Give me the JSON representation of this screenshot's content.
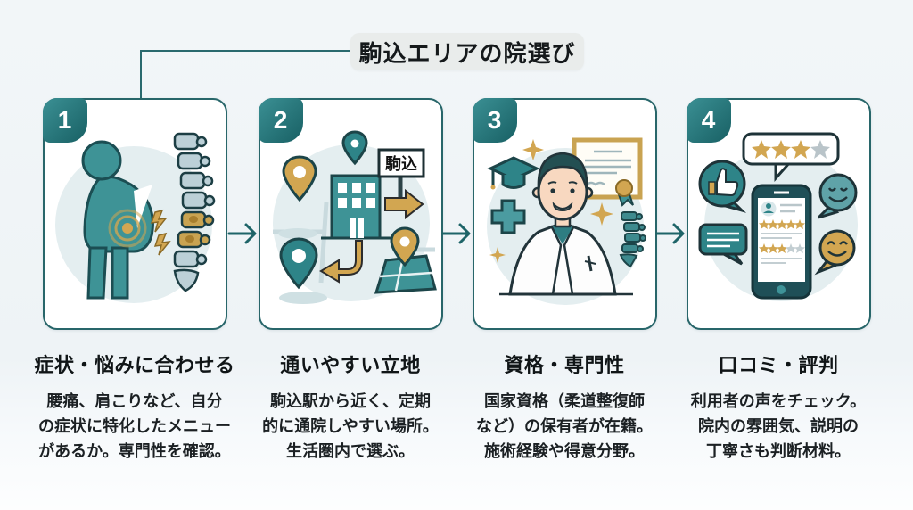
{
  "title": {
    "text": "駒込エリアの院選び"
  },
  "colors": {
    "teal": "#3e9396",
    "teal_dark": "#1e686c",
    "teal_border": "#28666a",
    "gold": "#d2a651",
    "vertebra_light": "#bcd0d7",
    "card_bg": "#ffffff",
    "page_bg": "#eef3f6",
    "title_box_bg": "#e9eceb",
    "text": "#101517"
  },
  "steps": [
    {
      "number": "1",
      "heading": "症状・悩みに合わせる",
      "body_lines": [
        "腰痛、肩こりなど、自分",
        "の症状に特化したメニュー",
        "があるか。専門性を確認。"
      ],
      "illustration": "person-with-back-pain-and-spine"
    },
    {
      "number": "2",
      "heading": "通いやすい立地",
      "body_lines": [
        "駒込駅から近く、定期",
        "的に通院しやすい場所。",
        "生活圏内で選ぶ。"
      ],
      "illustration": "map-pins-building-and-station-sign",
      "sign_text": "駒込"
    },
    {
      "number": "3",
      "heading": "資格・専門性",
      "body_lines": [
        "国家資格（柔道整復師",
        "など）の保有者が在籍。",
        "施術経験や得意分野。"
      ],
      "illustration": "practitioner-certificate-and-qualifications"
    },
    {
      "number": "4",
      "heading": "口コミ・評判",
      "body_lines": [
        "利用者の声をチェック。",
        "院内の雰囲気、説明の",
        "丁寧さも判断材料。"
      ],
      "illustration": "smartphone-reviews-and-ratings",
      "ratings": {
        "speech_bubble_stars": {
          "gold": 3,
          "gray": 1
        },
        "phone_review_rows": [
          {
            "gold": 5,
            "gray": 0
          },
          {
            "gold": 3,
            "gray": 2
          }
        ]
      }
    }
  ]
}
